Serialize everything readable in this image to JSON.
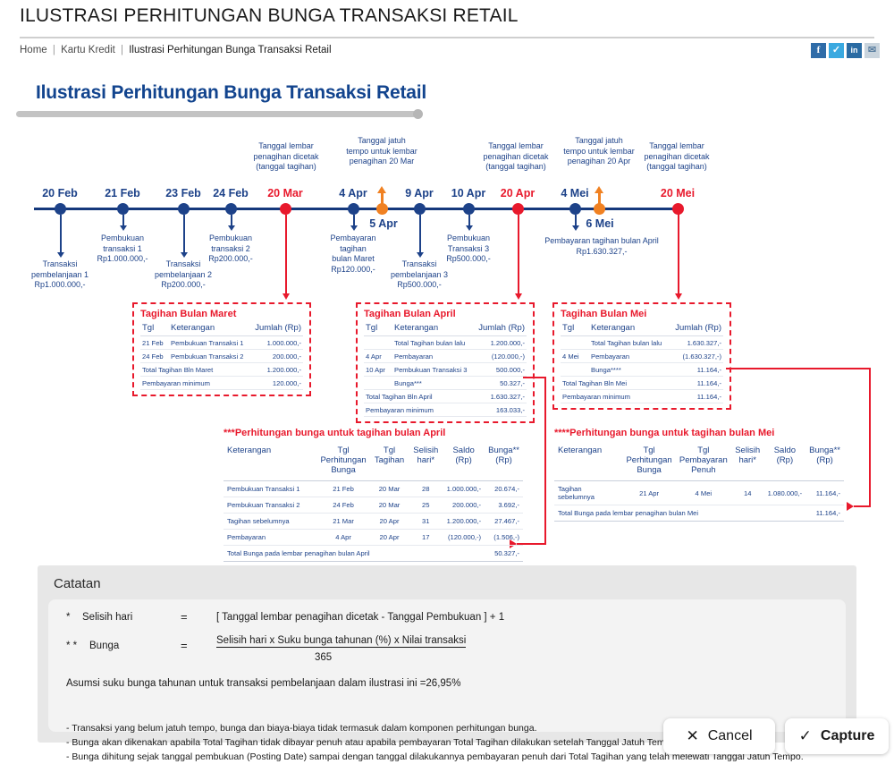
{
  "header": {
    "title": "ILUSTRASI PERHITUNGAN BUNGA TRANSAKSI RETAIL",
    "breadcrumb": [
      "Home",
      "Kartu Kredit",
      "Ilustrasi Perhitungan Bunga Transaksi Retail"
    ],
    "social": [
      {
        "name": "facebook-icon",
        "glyph": "f"
      },
      {
        "name": "twitter-icon",
        "glyph": "✓"
      },
      {
        "name": "linkedin-icon",
        "glyph": "in"
      },
      {
        "name": "email-icon",
        "glyph": "✉"
      }
    ]
  },
  "section": {
    "title": "Ilustrasi Perhitungan Bunga Transaksi Retail"
  },
  "timeline": {
    "nodes": [
      {
        "date": "20 Feb",
        "color": "blue",
        "note": "Transaksi\npembelanjaan 1\nRp1.000.000,-"
      },
      {
        "date": "21 Feb",
        "color": "blue",
        "note": "Pembukuan\ntransaksi 1\nRp1.000.000,-"
      },
      {
        "date": "23 Feb",
        "color": "blue",
        "note": "Transaksi\npembelanjaan 2\nRp200.000,-"
      },
      {
        "date": "24 Feb",
        "color": "blue",
        "note": "Pembukuan\ntransaksi 2\nRp200.000,-"
      },
      {
        "date": "20 Mar",
        "color": "red",
        "top": "Tanggal lembar\npenagihan dicetak\n(tanggal tagihan)"
      },
      {
        "date": "4 Apr",
        "color": "blue",
        "note": "Pembayaran\ntagihan\nbulan Maret\nRp120.000,-"
      },
      {
        "date": "5 Apr",
        "color": "orange",
        "top": "Tanggal jatuh\ntempo untuk lembar\npenagihan 20 Mar"
      },
      {
        "date": "9 Apr",
        "color": "blue",
        "note": "Transaksi\npembelanjaan 3\nRp500.000,-"
      },
      {
        "date": "10 Apr",
        "color": "blue",
        "note": "Pembukuan\nTransaksi 3\nRp500.000,-"
      },
      {
        "date": "20 Apr",
        "color": "red",
        "top": "Tanggal lembar\npenagihan dicetak\n(tanggal tagihan)"
      },
      {
        "date": "4 Mei",
        "color": "blue",
        "note": "Pembayaran tagihan bulan April\nRp1.630.327,-"
      },
      {
        "date": "6 Mei",
        "color": "orange",
        "top": "Tanggal jatuh\ntempo untuk lembar\npenagihan 20 Apr"
      },
      {
        "date": "20 Mei",
        "color": "red",
        "top": "Tanggal lembar\npenagihan dicetak\n(tanggal tagihan)"
      }
    ]
  },
  "bill_maret": {
    "title": "Tagihan Bulan Maret",
    "columns": [
      "Tgl",
      "Keterangan",
      "Jumlah (Rp)"
    ],
    "rows": [
      [
        "21 Feb",
        "Pembukuan Transaksi 1",
        "1.000.000,-"
      ],
      [
        "24 Feb",
        "Pembukuan Transaksi 2",
        "200.000,-"
      ]
    ],
    "total_label": "Total Tagihan Bln Maret",
    "total_value": "1.200.000,-",
    "min_label": "Pembayaran minimum",
    "min_value": "120.000,-"
  },
  "bill_april": {
    "title": "Tagihan Bulan April",
    "columns": [
      "Tgl",
      "Keterangan",
      "Jumlah (Rp)"
    ],
    "rows": [
      [
        "",
        "Total Tagihan bulan lalu",
        "1.200.000,-"
      ],
      [
        "4 Apr",
        "Pembayaran",
        "(120.000,-)"
      ],
      [
        "10 Apr",
        "Pembukuan Transaksi 3",
        "500.000,-"
      ],
      [
        "",
        "Bunga***",
        "50.327,-"
      ]
    ],
    "total_label": "Total Tagihan Bln April",
    "total_value": "1.630.327,-",
    "min_label": "Pembayaran minimum",
    "min_value": "163.033,-"
  },
  "bill_mei": {
    "title": "Tagihan Bulan Mei",
    "columns": [
      "Tgl",
      "Keterangan",
      "Jumlah (Rp)"
    ],
    "rows": [
      [
        "",
        "Total Tagihan bulan lalu",
        "1.630.327,-"
      ],
      [
        "4 Mei",
        "Pembayaran",
        "(1.630.327,-)"
      ],
      [
        "",
        "Bunga****",
        "11.164,-"
      ]
    ],
    "total_label": "Total Tagihan Bln Mei",
    "total_value": "11.164,-",
    "min_label": "Pembayaran minimum",
    "min_value": "11.164,-"
  },
  "calc_april": {
    "title": "***Perhitungan bunga untuk tagihan bulan April",
    "columns": [
      "Keterangan",
      "Tgl\nPerhitungan\nBunga",
      "Tgl\nTagihan",
      "Selisih\nhari*",
      "Saldo\n(Rp)",
      "Bunga**\n(Rp)"
    ],
    "rows": [
      [
        "Pembukuan Transaksi 1",
        "21 Feb",
        "20 Mar",
        "28",
        "1.000.000,-",
        "20.674,-"
      ],
      [
        "Pembukuan Transaksi 2",
        "24 Feb",
        "20 Mar",
        "25",
        "200.000,-",
        "3.692,-"
      ],
      [
        "Tagihan sebelumnya",
        "21 Mar",
        "20 Apr",
        "31",
        "1.200.000,-",
        "27.467,-"
      ],
      [
        "Pembayaran",
        "4 Apr",
        "20 Apr",
        "17",
        "(120.000,-)",
        "(1.506,-)"
      ]
    ],
    "total_label": "Total Bunga pada lembar penagihan bulan April",
    "total_value": "50.327,-"
  },
  "calc_mei": {
    "title": "****Perhitungan bunga untuk tagihan bulan Mei",
    "columns": [
      "Keterangan",
      "Tgl\nPerhitungan\nBunga",
      "Tgl\nPembayaran\nPenuh",
      "Selisih\nhari*",
      "Saldo\n(Rp)",
      "Bunga**\n(Rp)"
    ],
    "rows": [
      [
        "Tagihan sebelumnya",
        "21 Apr",
        "4 Mei",
        "14",
        "1.080.000,-",
        "11.164,-"
      ]
    ],
    "total_label": "Total Bunga pada lembar penagihan bulan Mei",
    "total_value": "11.164,-"
  },
  "catatan": {
    "title": "Catatan",
    "row1_star": "*",
    "row1_label": "Selisih hari",
    "row1_eq": "=",
    "row1_value": "[ Tanggal lembar penagihan dicetak - Tanggal Pembukuan ] + 1",
    "row2_star": "* *",
    "row2_label": "Bunga",
    "row2_eq": "=",
    "row2_numerator": "Selisih hari x Suku bunga tahunan (%) x Nilai transaksi",
    "row2_denominator": "365",
    "assumption": "Asumsi suku bunga tahunan untuk transaksi pembelanjaan dalam ilustrasi ini =26,95%",
    "bullets": [
      "- Transaksi yang belum jatuh tempo, bunga dan biaya-biaya tidak termasuk dalam komponen perhitungan bunga.",
      "- Bunga akan dikenakan apabila Total Tagihan tidak dibayar penuh atau apabila pembayaran Total Tagihan dilakukan setelah Tanggal Jatuh Tempo.",
      "- Bunga dihitung sejak tanggal pembukuan (Posting Date) sampai dengan tanggal dilakukannya pembayaran penuh dari Total Tagihan yang telah melewati Tanggal Jatuh Tempo."
    ]
  },
  "capture_bar": {
    "cancel_label": "Cancel",
    "cancel_glyph": "✕",
    "capture_label": "Capture",
    "capture_glyph": "✓"
  },
  "colors": {
    "brand_blue": "#1d4289",
    "accent_red": "#e8192c",
    "due_orange": "#f08122",
    "title_blue": "#12448e"
  }
}
